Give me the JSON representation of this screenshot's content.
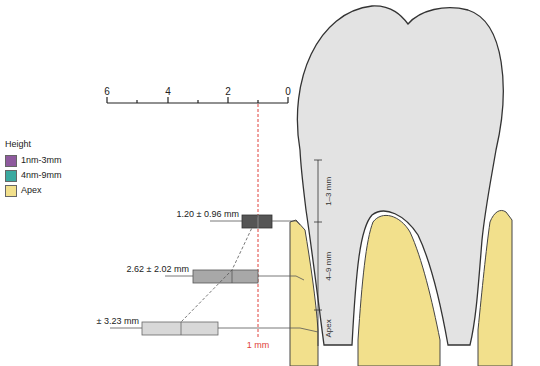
{
  "diagram": {
    "labels": [
      "Height",
      "6",
      "4",
      "2",
      "0",
      "1.20 ± 0.96 mm",
      "2.62 ± 2.02 mm",
      "± 3.23 mm",
      "1 mm",
      "1–3 mm",
      "4–9 mm",
      "Apex"
    ],
    "legend": [
      {
        "text": "1nm-3mm",
        "color": "#8e5a9e"
      },
      {
        "text": "4nm-9mm",
        "color": "#3aa9a0"
      },
      {
        "text": "Apex",
        "color": "#f2e08c"
      }
    ]
  }
}
